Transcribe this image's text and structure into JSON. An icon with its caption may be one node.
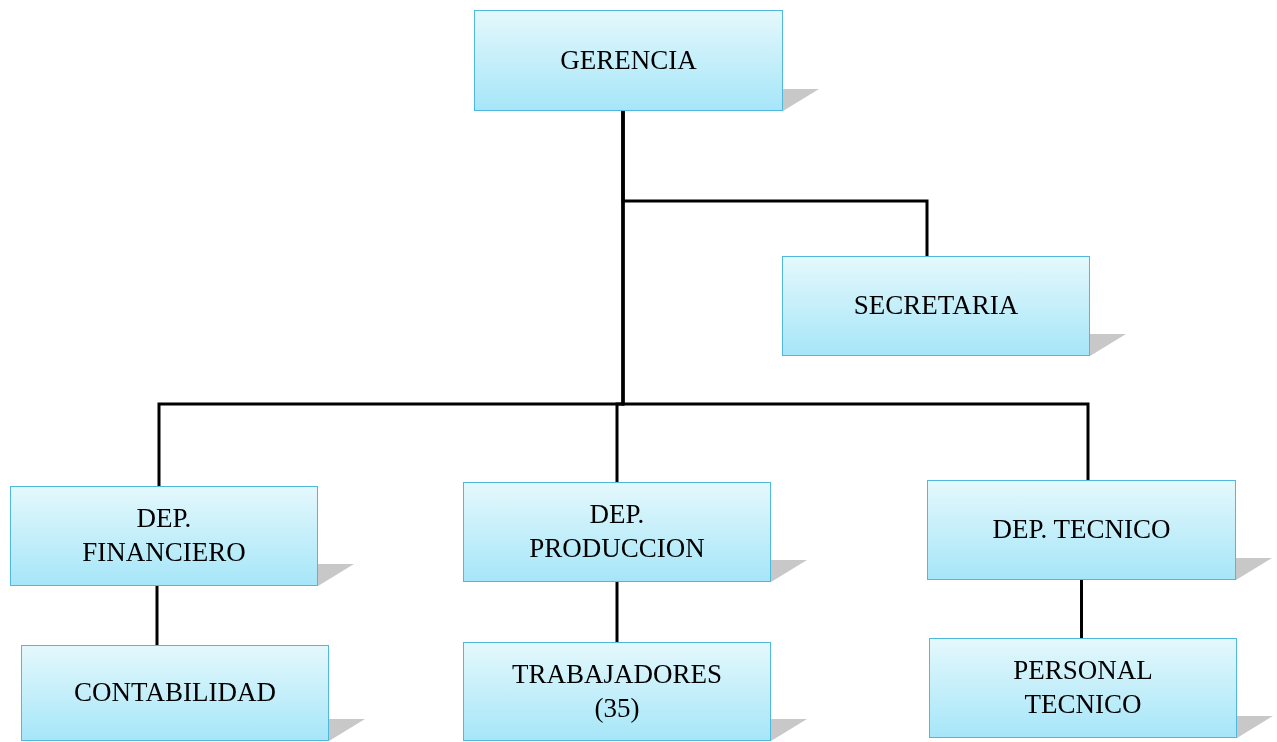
{
  "diagram": {
    "nodes": [
      {
        "text": [
          "GERENCIA"
        ]
      },
      {
        "text": [
          "SECRETARIA"
        ]
      },
      {
        "text": [
          "DEP. FINANCIERO"
        ]
      },
      {
        "text": [
          "DEP. PRODUCCION"
        ]
      },
      {
        "text": [
          "DEP. TECNICO"
        ]
      },
      {
        "text": [
          "CONTABILIDAD"
        ]
      },
      {
        "text": [
          "TRABAJADORES (35)"
        ]
      },
      {
        "text": [
          "PERSONAL TECNICO"
        ]
      }
    ],
    "edges": [
      {
        "from": 0,
        "to": 1,
        "arrow": "none"
      },
      {
        "from": 0,
        "to": 2,
        "arrow": "none"
      },
      {
        "from": 0,
        "to": 3,
        "arrow": "none"
      },
      {
        "from": 0,
        "to": 4,
        "arrow": "none"
      },
      {
        "from": 2,
        "to": 5,
        "arrow": "none"
      },
      {
        "from": 3,
        "to": 6,
        "arrow": "none"
      },
      {
        "from": 4,
        "to": 7,
        "arrow": "none"
      }
    ]
  }
}
